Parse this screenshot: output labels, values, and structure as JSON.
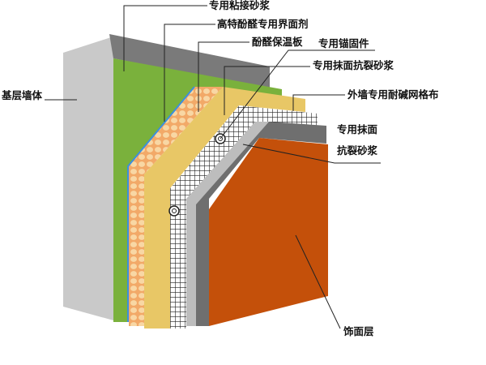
{
  "title": "酚醛保温板外墙保温系统构造",
  "labels": {
    "base_wall": "基层墙体",
    "adhesive_mortar": "专用粘接砂浆",
    "interface_agent": "高特酚醛专用界面剂",
    "insulation_board": "酚醛保温板",
    "anchor": "专用锚固件",
    "plaster_crack_mortar": "专用抹面抗裂砂浆",
    "alkali_mesh": "外墙专用耐碱网格布",
    "plaster_line1": "专用抹面",
    "plaster_line2": "抗裂砂浆",
    "finish_layer": "饰面层"
  },
  "colors": {
    "wall_light": "#c9c9c9",
    "wall_dark": "#7a7a7a",
    "adhesive": "#7ab13c",
    "interface": "#3a8fe0",
    "insulation_side": "#f5b87a",
    "insulation_top": "#e8c766",
    "mortar_light": "#bdbdbd",
    "mortar_dark": "#6f6f6f",
    "finish": "#c4500a"
  }
}
